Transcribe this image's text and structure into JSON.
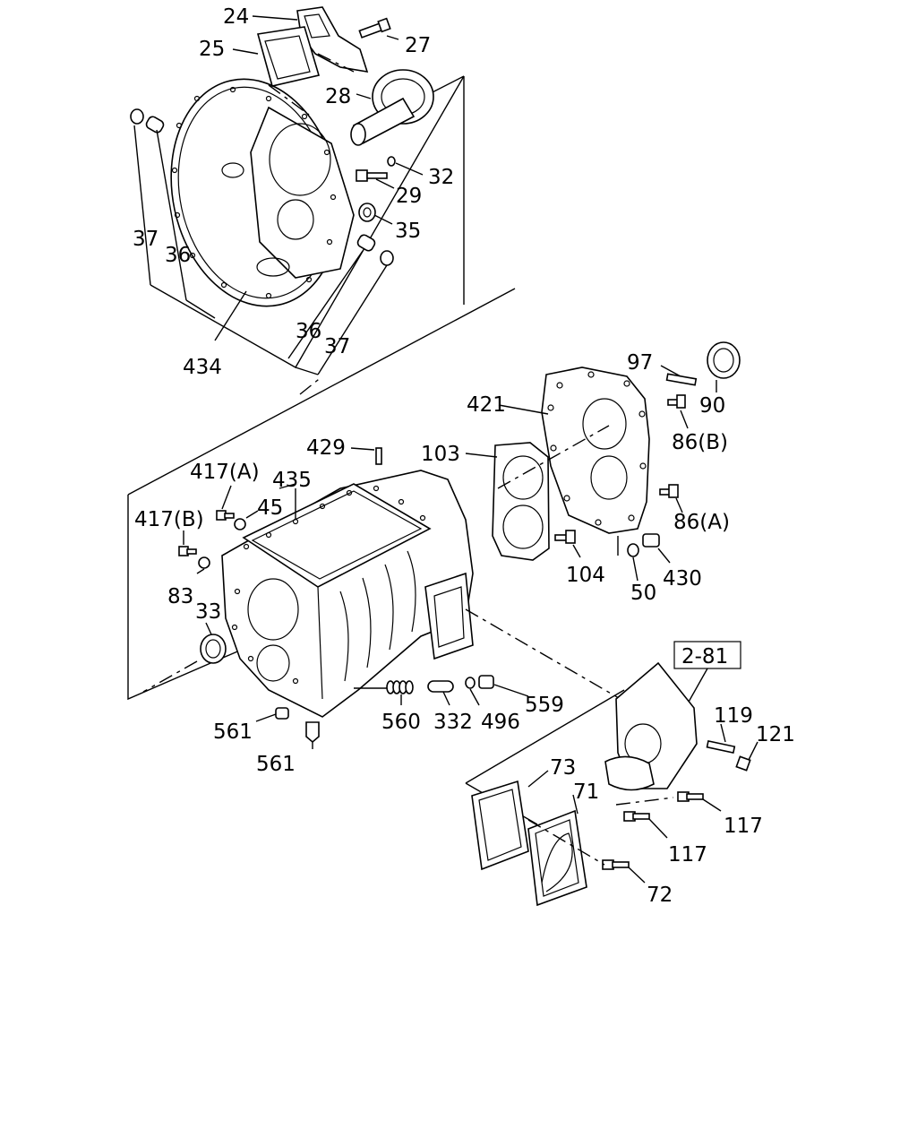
{
  "labels": {
    "p24": "24",
    "p25": "25",
    "p27": "27",
    "p28": "28",
    "p32": "32",
    "p29": "29",
    "p35": "35",
    "p37a": "37",
    "p36a": "36",
    "p434": "434",
    "p36b": "36",
    "p37b": "37",
    "p97": "97",
    "p90": "90",
    "p421": "421",
    "p86b": "86(B)",
    "p429": "429",
    "p103": "103",
    "p417a": "417(A)",
    "p435": "435",
    "p45": "45",
    "p86a": "86(A)",
    "p417b": "417(B)",
    "p104": "104",
    "p430": "430",
    "p83": "83",
    "p50": "50",
    "p33": "33",
    "p281": "2-81",
    "p559": "559",
    "p119": "119",
    "p121": "121",
    "p561a": "561",
    "p560": "560",
    "p332": "332",
    "p496": "496",
    "p561b": "561",
    "p73": "73",
    "p71": "71",
    "p117a": "117",
    "p117b": "117",
    "p72": "72"
  }
}
